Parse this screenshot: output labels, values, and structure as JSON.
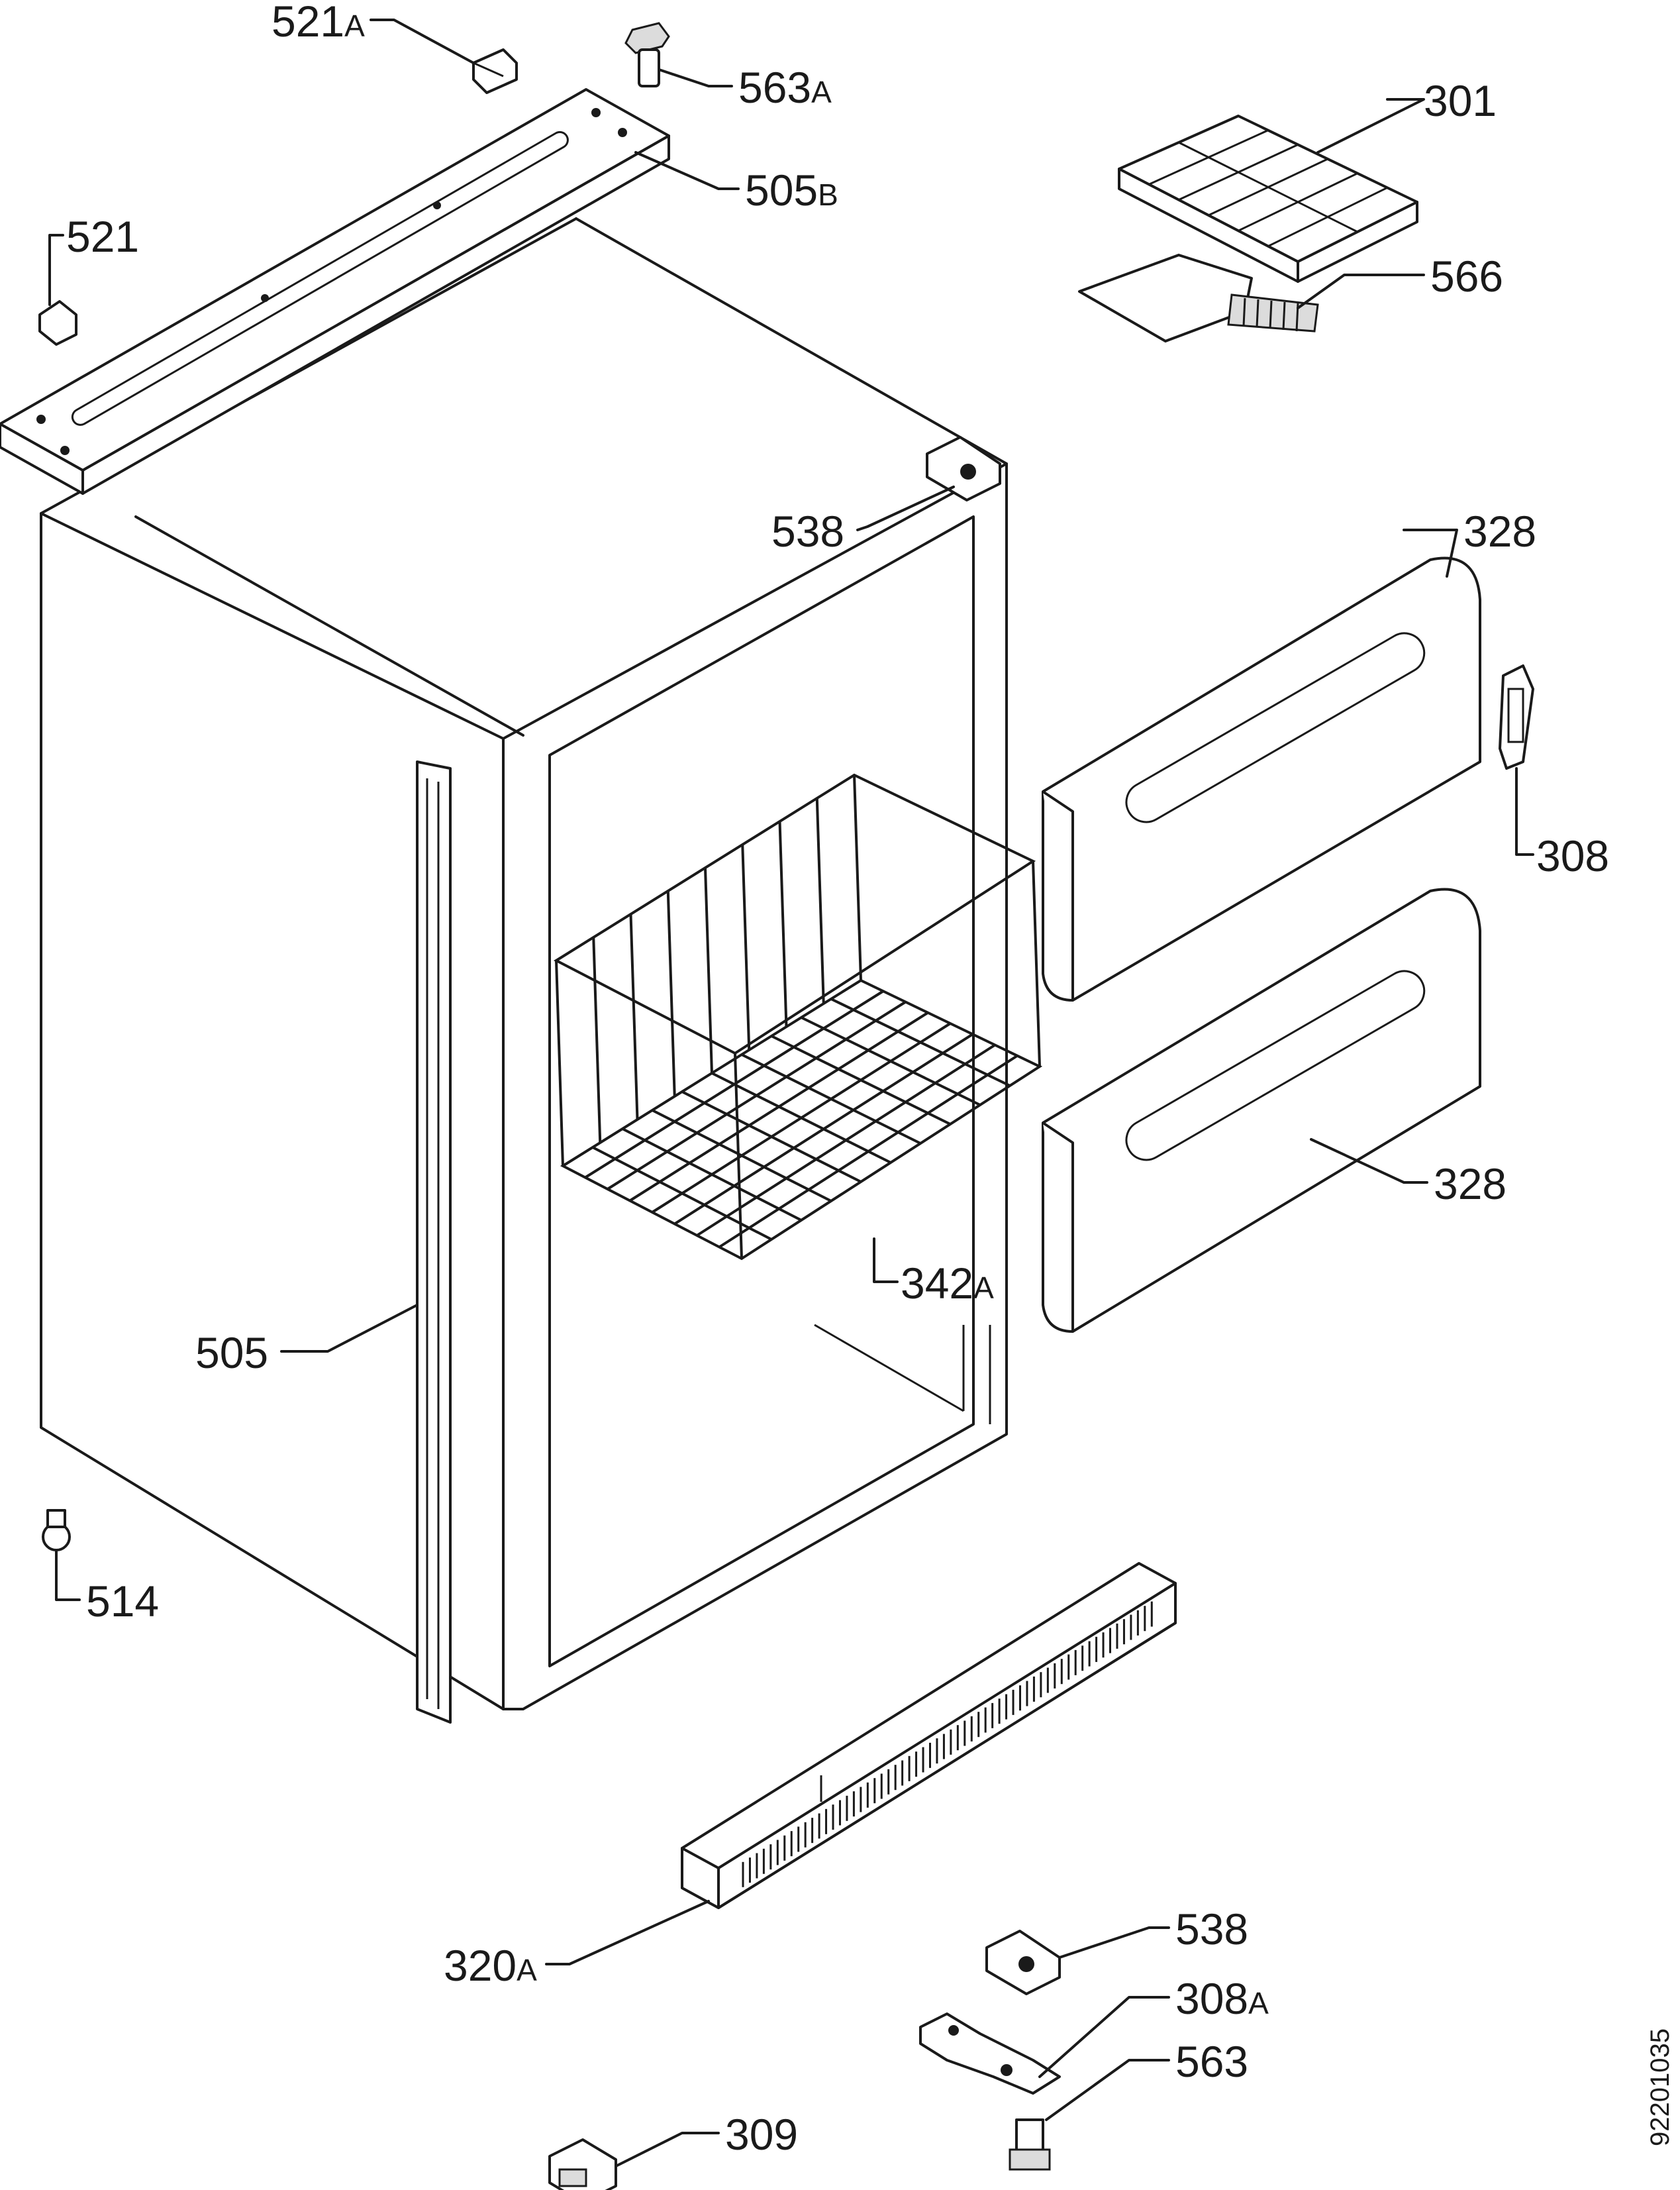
{
  "diagram": {
    "parts": {
      "p521a": {
        "num": "521",
        "suffix": "A"
      },
      "p563a": {
        "num": "563",
        "suffix": "A"
      },
      "p301": {
        "num": "301",
        "suffix": ""
      },
      "p505b": {
        "num": "505",
        "suffix": "B"
      },
      "p521": {
        "num": "521",
        "suffix": ""
      },
      "p566": {
        "num": "566",
        "suffix": ""
      },
      "p538top": {
        "num": "538",
        "suffix": ""
      },
      "p328top": {
        "num": "328",
        "suffix": ""
      },
      "p308": {
        "num": "308",
        "suffix": ""
      },
      "p328bot": {
        "num": "328",
        "suffix": ""
      },
      "p342a": {
        "num": "342",
        "suffix": "A"
      },
      "p505": {
        "num": "505",
        "suffix": ""
      },
      "p514": {
        "num": "514",
        "suffix": ""
      },
      "p538bot": {
        "num": "538",
        "suffix": ""
      },
      "p320a": {
        "num": "320",
        "suffix": "A"
      },
      "p308a": {
        "num": "308",
        "suffix": "A"
      },
      "p563": {
        "num": "563",
        "suffix": ""
      },
      "p309": {
        "num": "309",
        "suffix": ""
      }
    },
    "doc_number": "92201035"
  }
}
